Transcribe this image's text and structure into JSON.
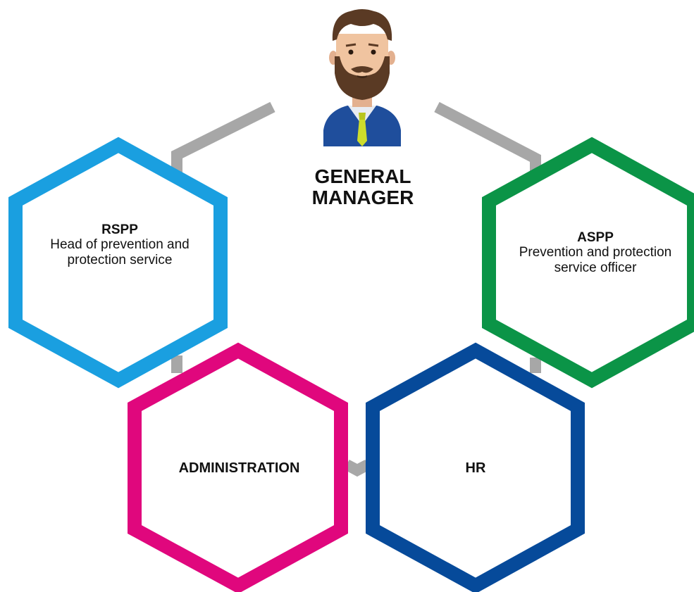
{
  "general_manager": {
    "title_line1": "GENERAL",
    "title_line2": "MANAGER"
  },
  "nodes": {
    "rspp": {
      "code": "RSPP",
      "description": "Head of prevention and protection service",
      "color": "#1A9FE0"
    },
    "aspp": {
      "code": "ASPP",
      "description": "Prevention and protection service officer",
      "color": "#0B9447"
    },
    "administration": {
      "code": "ADMINISTRATION",
      "color": "#E0077D"
    },
    "hr": {
      "code": "HR",
      "color": "#064A9A"
    }
  },
  "connector_color": "#A7A7A7"
}
